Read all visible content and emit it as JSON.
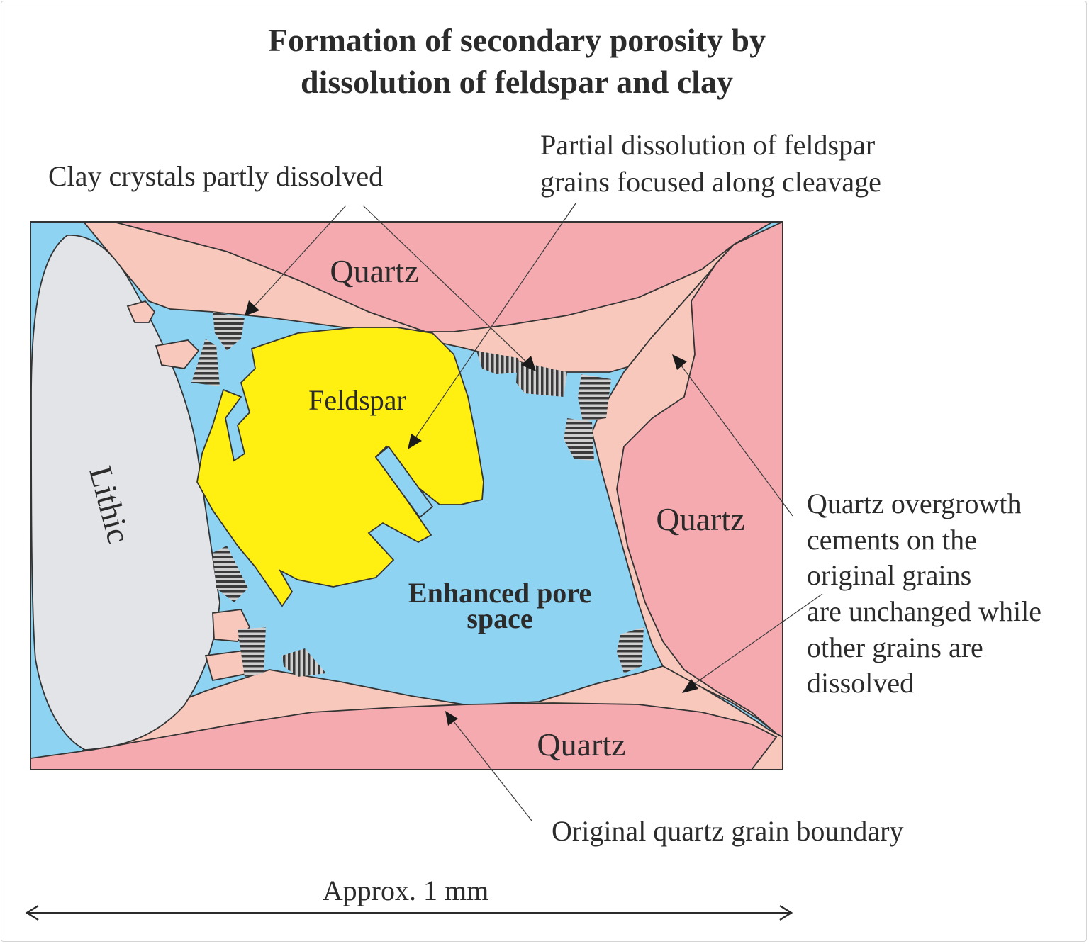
{
  "title": {
    "line1": "Formation of secondary porosity by",
    "line2": "dissolution of feldspar and clay"
  },
  "grains": {
    "quartz_top": "Quartz",
    "quartz_right": "Quartz",
    "quartz_bottom": "Quartz",
    "feldspar": "Feldspar",
    "lithic": "Lithic"
  },
  "pore": {
    "line1": "Enhanced pore",
    "line2": "space"
  },
  "labels": {
    "clay": "Clay crystals partly dissolved",
    "feldspar_line1": "Partial dissolution of feldspar",
    "feldspar_line2": "grains focused along cleavage",
    "overgrowth_lines": [
      "Quartz overgrowth",
      "cements on the",
      "original grains",
      "are unchanged while",
      "other grains are",
      "dissolved"
    ],
    "boundary": "Original quartz grain boundary"
  },
  "scale": {
    "label": "Approx. 1 mm"
  },
  "colors": {
    "pore": "#8fd3f3",
    "quartz": "#f5aab0",
    "overgrowth": "#f8c8bc",
    "feldspar": "#fff012",
    "lithic": "#e3e4e8",
    "clay_stripe": "#444444"
  }
}
